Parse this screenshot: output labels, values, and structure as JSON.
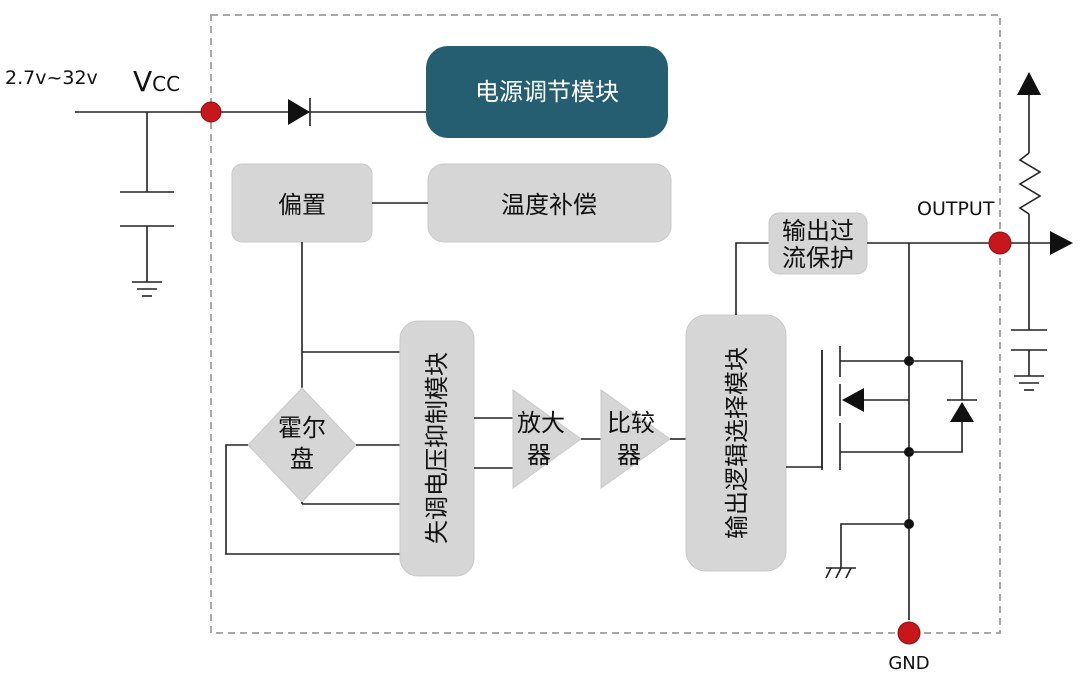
{
  "supply": {
    "voltage_range": "2.7v~32v",
    "vcc_main": "V",
    "vcc_sub": "CC"
  },
  "blocks": {
    "power_regulator": "电源调节模块",
    "bias": "偏置",
    "temp_compensation": "温度补偿",
    "overcurrent_line1": "输出过",
    "overcurrent_line2": "流保护",
    "hall_line1": "霍尔",
    "hall_line2": "盘",
    "offset_suppression": "失调电压抑制模块",
    "amplifier_line1": "放大",
    "amplifier_line2": "器",
    "comparator_line1": "比较",
    "comparator_line2": "器",
    "output_logic": "输出逻辑选择模块"
  },
  "pins": {
    "output": "OUTPUT",
    "gnd": "GND"
  },
  "colors": {
    "power_block_fill": "#245e70",
    "block_fill": "#d6d6d6",
    "pin_dot": "#c8161d",
    "boundary": "#a8a8a8"
  }
}
